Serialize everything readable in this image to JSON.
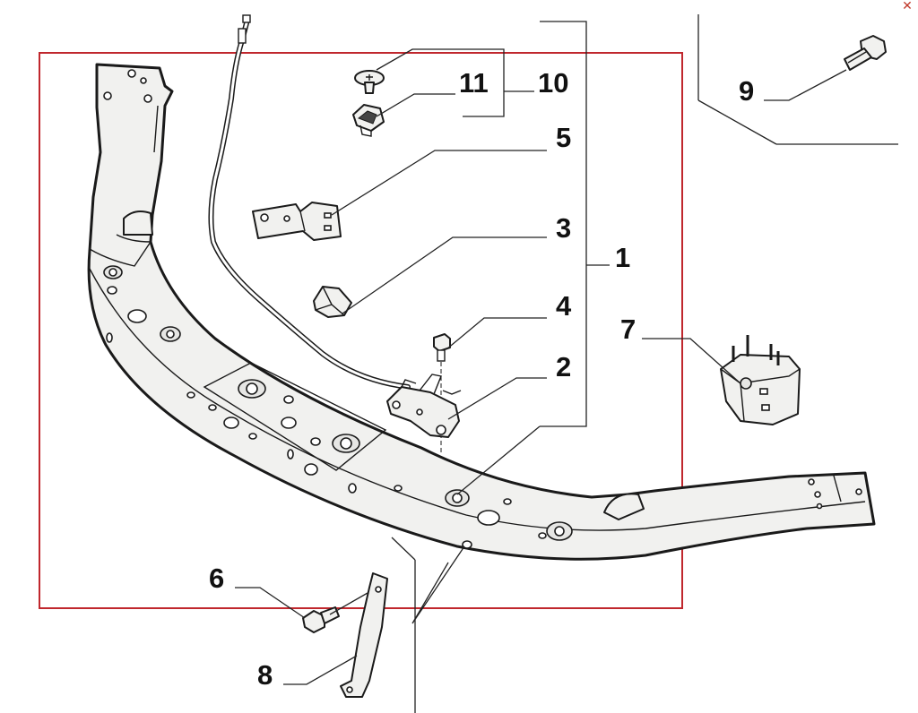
{
  "diagram": {
    "callouts": {
      "c1": "1",
      "c2": "2",
      "c3": "3",
      "c4": "4",
      "c5": "5",
      "c6": "6",
      "c7": "7",
      "c8": "8",
      "c9": "9",
      "c10": "10",
      "c11": "11"
    },
    "colors": {
      "highlight_box": "#c0272d",
      "line": "#1a1a1a",
      "part_fill": "#f1f1ef"
    }
  },
  "window": {
    "close_icon": "close-icon",
    "close_glyph": "✕"
  }
}
